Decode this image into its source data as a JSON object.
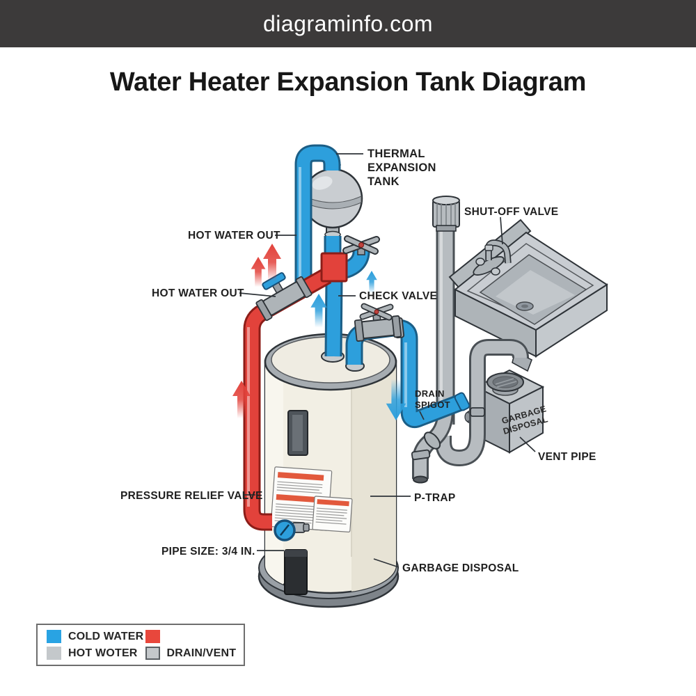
{
  "header": {
    "site_name": "diagraminfo.com",
    "bg_color": "#3C3A3A",
    "text_color": "#FFFFFF"
  },
  "title": "Water Heater Expansion Tank Diagram",
  "callouts": {
    "thermal_expansion_tank": {
      "line1": "THERMAL",
      "line2": "EXPANSION",
      "line3": "TANK"
    },
    "shut_off_valve": "SHUT-OFF VALVE",
    "hot_water_out_upper": "HOT WATER OUT",
    "hot_water_out_lower": "HOT WATER OUT",
    "check_valve": "CHECK VALVE",
    "drain_spigot": {
      "line1": "DRAIN",
      "line2": "SPIGOT"
    },
    "vent_pipe": "VENT PIPE",
    "pressure_relief_valve": "PRESSURE RELIEF VALVE",
    "p_trap": "P-TRAP",
    "pipe_size": "PIPE SIZE: 3/4 IN.",
    "garbage_disposal": "GARBAGE DISPOSAL",
    "disposal_box": {
      "line1": "GARBAGE",
      "line2": "DISPOSAL"
    }
  },
  "legend": {
    "items": [
      {
        "label": "COLD WATER",
        "color": "#29A3E3"
      },
      {
        "label": "",
        "color": "#E8473C"
      },
      {
        "label": "HOT WOTER",
        "color": "#C4C8CB"
      },
      {
        "label": "DRAIN/VENT",
        "color": "#C4C8CB"
      }
    ]
  },
  "colors": {
    "cold_water_pipe": "#2D9FDC",
    "hot_water_pipe": "#E2423B",
    "drain_vent_pipe": "#B7BCC0",
    "tank_body": "#F2EFE4",
    "arrow_red": "#E2423B",
    "arrow_blue": "#2D9FDC"
  }
}
